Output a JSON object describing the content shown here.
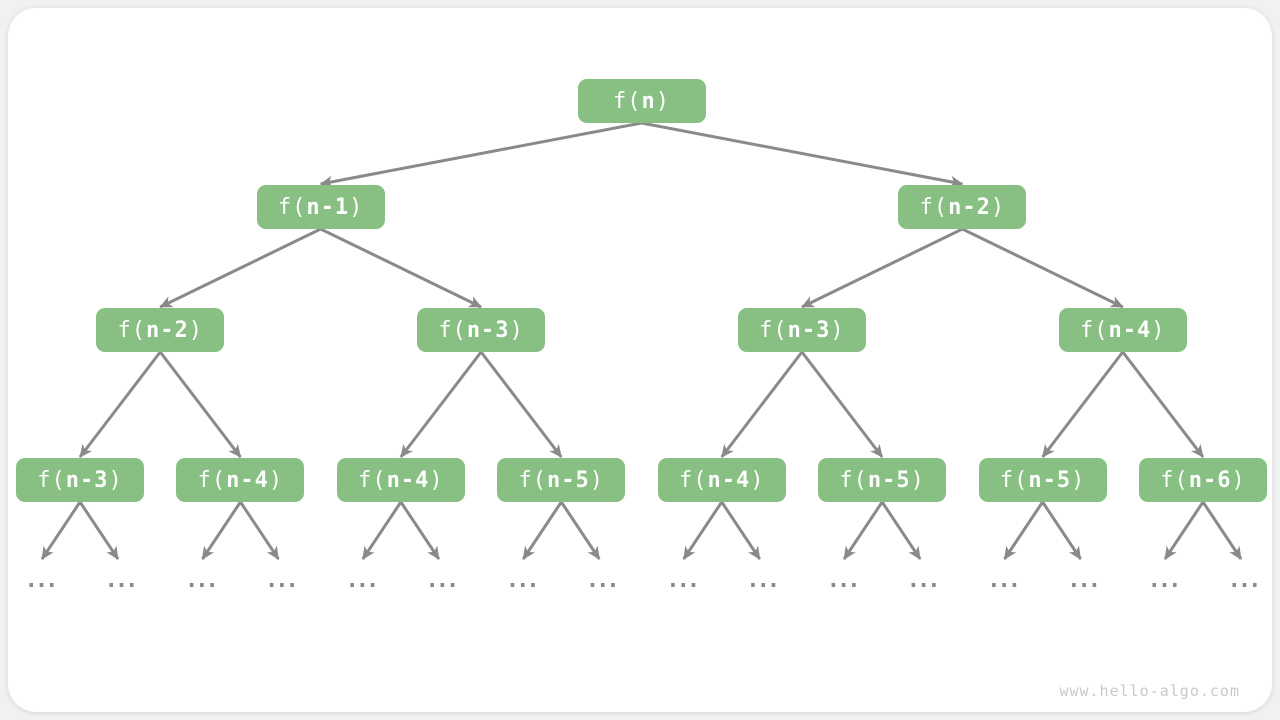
{
  "page": {
    "background_color": "#F1F1F1",
    "card_color": "#FFFFFF"
  },
  "watermark": "www.hello-algo.com",
  "diagram": {
    "type": "recursion-tree",
    "node_color": "#87C082",
    "node_text_color": "#FFFFFF",
    "arrow_color": "#8A8A8A",
    "watermark_color": "#C9C9C9",
    "ellipsis": "...",
    "levels": [
      [
        {
          "prefix": "f(",
          "inner": "n",
          "suffix": ")"
        }
      ],
      [
        {
          "prefix": "f(",
          "inner": "n-1",
          "suffix": ")"
        },
        {
          "prefix": "f(",
          "inner": "n-2",
          "suffix": ")"
        }
      ],
      [
        {
          "prefix": "f(",
          "inner": "n-2",
          "suffix": ")"
        },
        {
          "prefix": "f(",
          "inner": "n-3",
          "suffix": ")"
        },
        {
          "prefix": "f(",
          "inner": "n-3",
          "suffix": ")"
        },
        {
          "prefix": "f(",
          "inner": "n-4",
          "suffix": ")"
        }
      ],
      [
        {
          "prefix": "f(",
          "inner": "n-3",
          "suffix": ")"
        },
        {
          "prefix": "f(",
          "inner": "n-4",
          "suffix": ")"
        },
        {
          "prefix": "f(",
          "inner": "n-4",
          "suffix": ")"
        },
        {
          "prefix": "f(",
          "inner": "n-5",
          "suffix": ")"
        },
        {
          "prefix": "f(",
          "inner": "n-4",
          "suffix": ")"
        },
        {
          "prefix": "f(",
          "inner": "n-5",
          "suffix": ")"
        },
        {
          "prefix": "f(",
          "inner": "n-5",
          "suffix": ")"
        },
        {
          "prefix": "f(",
          "inner": "n-6",
          "suffix": ")"
        }
      ]
    ]
  }
}
